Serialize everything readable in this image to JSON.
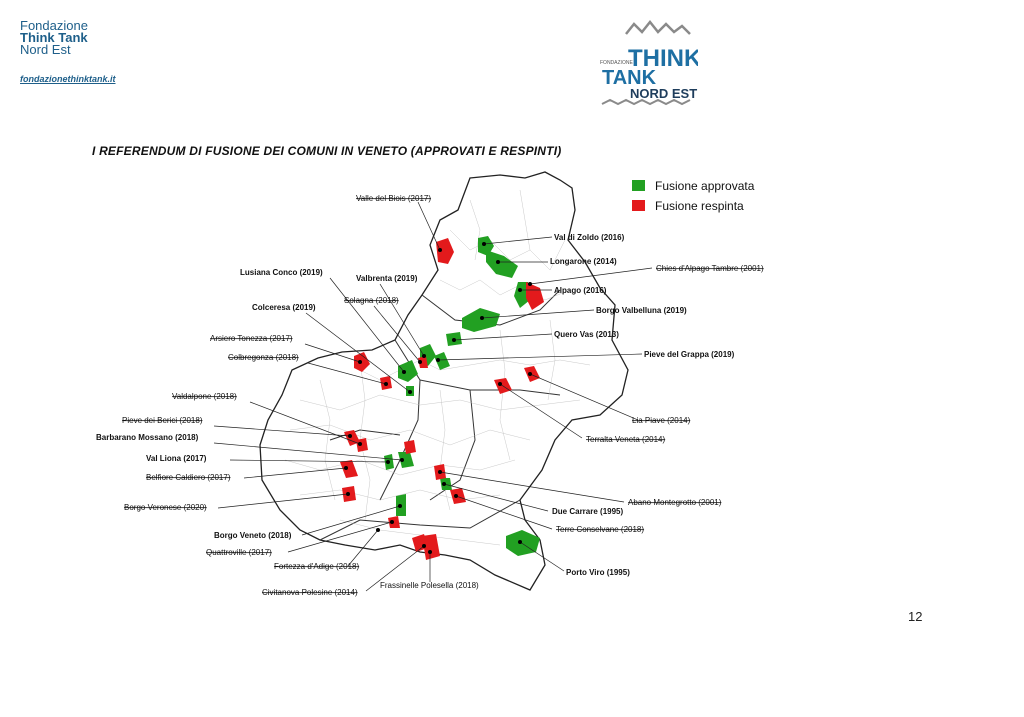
{
  "header": {
    "brand_line1": "Fondazione",
    "brand_line2": "Think Tank",
    "brand_line3": "Nord Est",
    "website": "fondazionethinktank.it",
    "logo": {
      "small": "FONDAZIONE",
      "think": "THINK",
      "tank": "TANK",
      "nordest": "NORD EST"
    }
  },
  "title": "I REFERENDUM DI FUSIONE DEI COMUNI IN VENETO (APPROVATI E RESPINTI)",
  "page_number": "12",
  "legend": {
    "approved": {
      "label": "Fusione approvata",
      "color": "#22a022"
    },
    "rejected": {
      "label": "Fusione respinta",
      "color": "#e31a1c"
    }
  },
  "labels": [
    {
      "id": "valle-del-biois",
      "text": "Valle del Biois (2017)",
      "status": "rejected"
    },
    {
      "id": "val-di-zoldo",
      "text": "Val di Zoldo (2016)",
      "status": "approved"
    },
    {
      "id": "longarone",
      "text": "Longarone (2014)",
      "status": "approved"
    },
    {
      "id": "chies-alpago-tambre",
      "text": "Chies d'Alpago Tambre (2001)",
      "status": "rejected"
    },
    {
      "id": "alpago",
      "text": "Alpago (2016)",
      "status": "approved"
    },
    {
      "id": "borgo-valbelluna",
      "text": "Borgo Valbelluna (2019)",
      "status": "approved"
    },
    {
      "id": "quero-vas",
      "text": "Quero Vas (2013)",
      "status": "approved"
    },
    {
      "id": "pieve-del-grappa",
      "text": "Pieve del Grappa (2019)",
      "status": "approved"
    },
    {
      "id": "lusiana-conco",
      "text": "Lusiana Conco (2019)",
      "status": "approved"
    },
    {
      "id": "valbrenta",
      "text": "Valbrenta (2019)",
      "status": "approved"
    },
    {
      "id": "solagna",
      "text": "Solagna (2018)",
      "status": "rejected"
    },
    {
      "id": "colceresa",
      "text": "Colceresa (2019)",
      "status": "approved"
    },
    {
      "id": "arsiero-tonezza",
      "text": "Arsiero Tonezza (2017)",
      "status": "rejected"
    },
    {
      "id": "colbregonza",
      "text": "Colbregonza (2018)",
      "status": "rejected"
    },
    {
      "id": "valdalpone",
      "text": "Valdalpone (2018)",
      "status": "rejected"
    },
    {
      "id": "pieve-dei-berici",
      "text": "Pieve dei Berici (2018)",
      "status": "rejected"
    },
    {
      "id": "barbarano-mossano",
      "text": "Barbarano Mossano (2018)",
      "status": "approved"
    },
    {
      "id": "val-liona",
      "text": "Val Liona (2017)",
      "status": "approved"
    },
    {
      "id": "belfiore-caldiero",
      "text": "Belfiore Caldiero (2017)",
      "status": "rejected"
    },
    {
      "id": "borgo-veronese",
      "text": "Borgo Veronese (2020)",
      "status": "rejected"
    },
    {
      "id": "borgo-veneto",
      "text": "Borgo Veneto (2018)",
      "status": "approved"
    },
    {
      "id": "quattroville",
      "text": "Quattroville (2017)",
      "status": "rejected"
    },
    {
      "id": "fortezza-adige",
      "text": "Fortezza d'Adige (2018)",
      "status": "rejected"
    },
    {
      "id": "civitanova-polesine",
      "text": "Civitanova Polesine (2014)",
      "status": "rejected"
    },
    {
      "id": "frassinelle-polesella",
      "text": "Frassinelle Polesella (2018)",
      "status": "rejected"
    },
    {
      "id": "lia-piave",
      "text": "Lia Piave (2014)",
      "status": "rejected"
    },
    {
      "id": "terralta-veneta",
      "text": "Terralta Veneta (2014)",
      "status": "rejected"
    },
    {
      "id": "abano-montegrotto",
      "text": "Abano Montegrotto (2001)",
      "status": "rejected"
    },
    {
      "id": "due-carrare",
      "text": "Due Carrare (1995)",
      "status": "approved"
    },
    {
      "id": "terre-conselvane",
      "text": "Terre Conselvane (2018)",
      "status": "rejected"
    },
    {
      "id": "porto-viro",
      "text": "Porto Viro (1995)",
      "status": "approved"
    }
  ]
}
